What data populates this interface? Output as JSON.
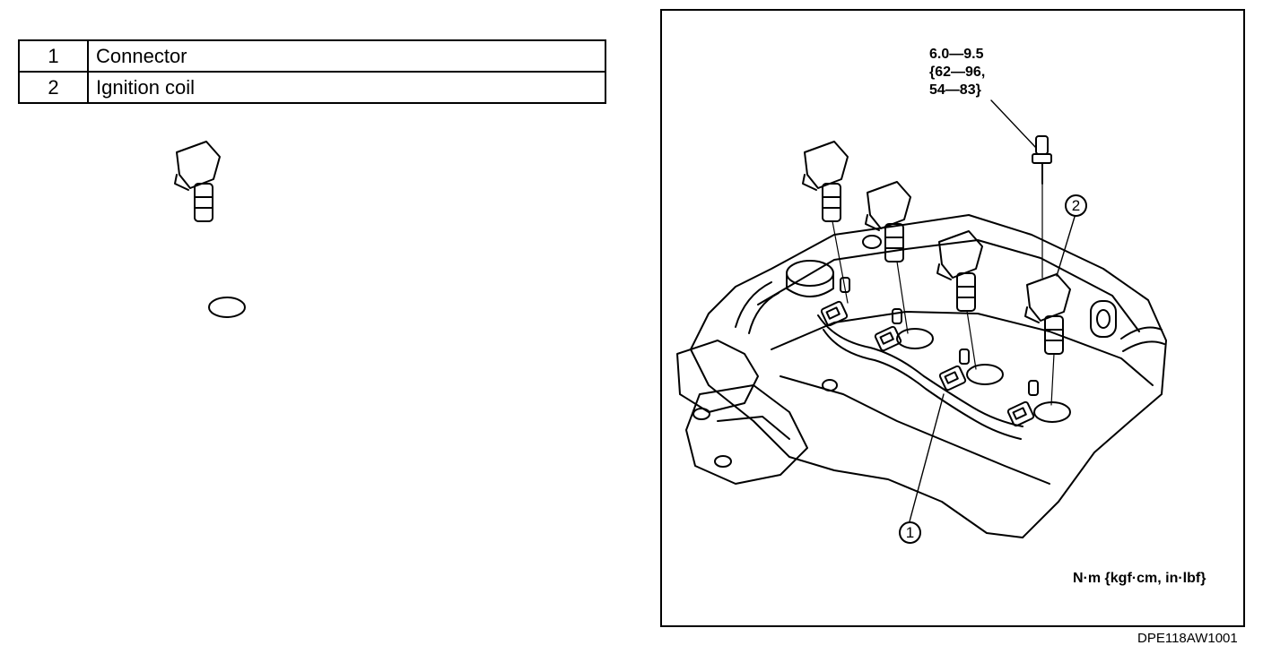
{
  "legend": {
    "rows": [
      {
        "number": "1",
        "label": "Connector"
      },
      {
        "number": "2",
        "label": "Ignition coil"
      }
    ]
  },
  "figure": {
    "torque_spec": "6.0—9.5\n{62—96,\n54—83}",
    "units": "N·m {kgf·cm, in·lbf}",
    "callout_1": "1",
    "callout_2": "2",
    "figure_code": "DPE118AW1001"
  }
}
